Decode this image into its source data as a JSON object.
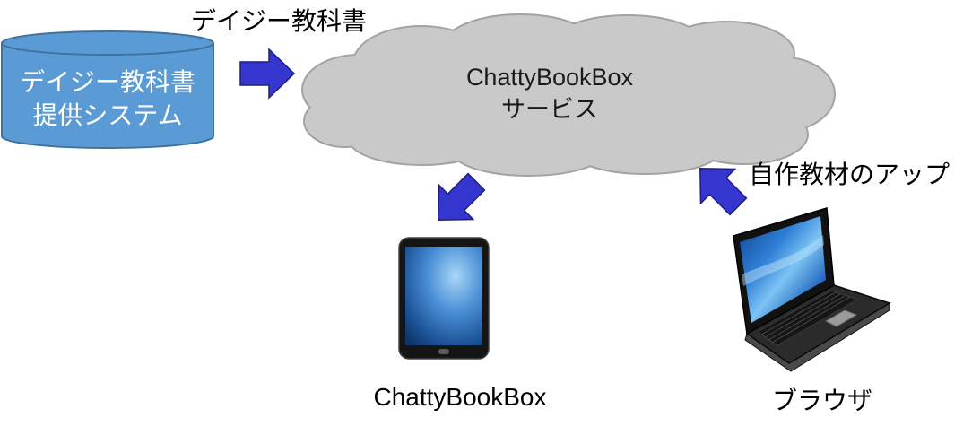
{
  "diagram": {
    "source_system": {
      "label_line1": "デイジー教科書",
      "label_line2": "提供システム",
      "icon": "database-icon"
    },
    "source_to_service": {
      "label": "デイジー教科書",
      "icon": "arrow-right-icon"
    },
    "service": {
      "label_line1": "ChattyBookBox",
      "label_line2": "サービス",
      "icon": "cloud-icon"
    },
    "service_to_reader": {
      "icon": "arrow-down-left-icon"
    },
    "reader_device": {
      "label": "ChattyBookBox",
      "icon": "tablet-icon"
    },
    "browser_to_service": {
      "label": "自作教材のアップ",
      "icon": "arrow-up-left-icon"
    },
    "browser_device": {
      "label": "ブラウザ",
      "icon": "laptop-icon"
    }
  },
  "colors": {
    "database": "#5b9bd5",
    "database_outline": "#41719c",
    "arrow": "#3535cf",
    "arrow_outline": "#1f1f7a",
    "cloud": "#c9c9c9",
    "cloud_outline": "#a3a3a3"
  }
}
